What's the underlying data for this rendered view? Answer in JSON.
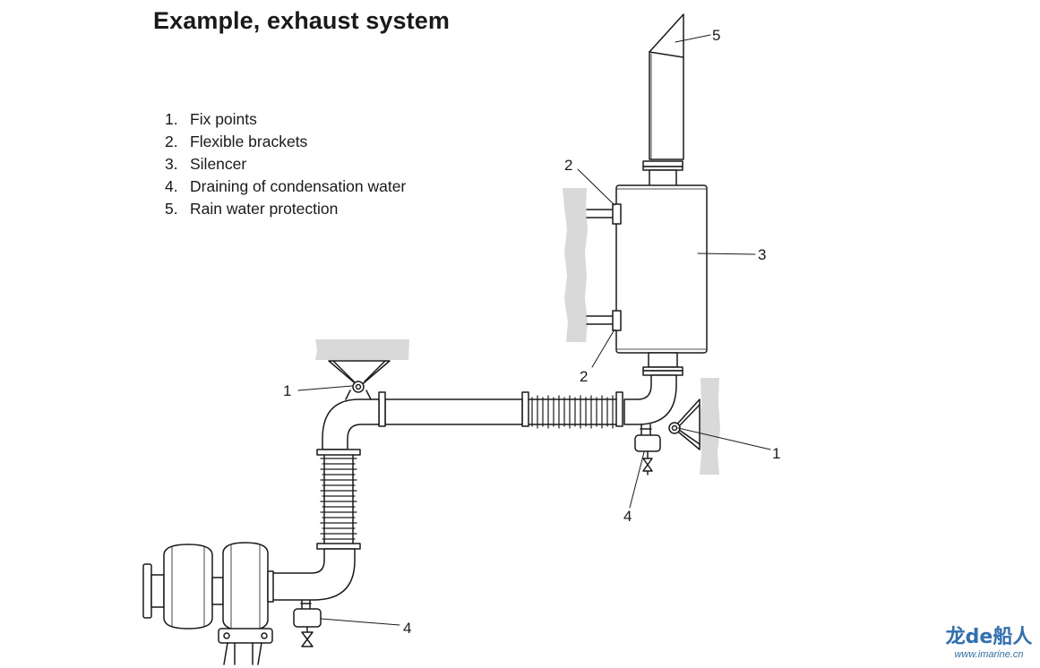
{
  "title": "Example, exhaust system",
  "legend": [
    {
      "num": "1.",
      "label": "Fix points"
    },
    {
      "num": "2.",
      "label": "Flexible brackets"
    },
    {
      "num": "3.",
      "label": "Silencer"
    },
    {
      "num": "4.",
      "label": "Draining of condensation water"
    },
    {
      "num": "5.",
      "label": "Rain water protection"
    }
  ],
  "callouts": {
    "fix_point_left": "1",
    "fix_point_right": "1",
    "bracket_top": "2",
    "bracket_bottom": "2",
    "silencer": "3",
    "drain_right": "4",
    "drain_left": "4",
    "rain_cap": "5"
  },
  "watermark": {
    "brand": "龙de船人",
    "url": "www.imarine.cn"
  },
  "colors": {
    "line": "#1a1a1a",
    "structure_gray": "#d9d9d9",
    "watermark_blue": "#2f6fb3"
  }
}
